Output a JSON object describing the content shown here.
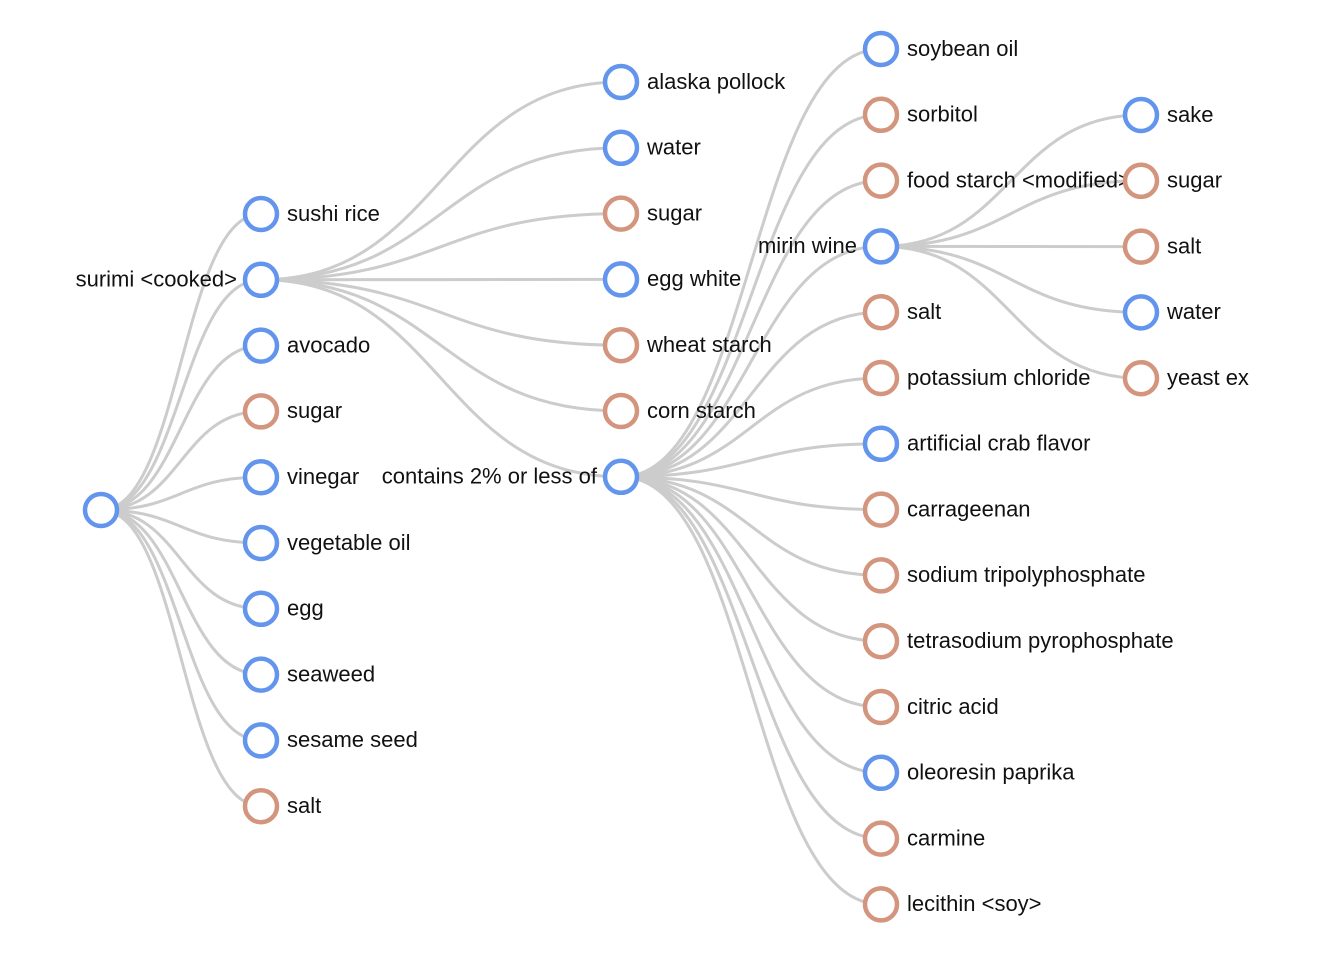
{
  "colors": {
    "link": "#cccccc",
    "node_with_children": "#6495ed",
    "leaf_ingredient_a": "#6495ed",
    "leaf_ingredient_b": "#d4957e"
  },
  "tree": {
    "label": "",
    "color": "blue",
    "children": [
      {
        "label": "sushi rice",
        "color": "blue"
      },
      {
        "label": "surimi <cooked>",
        "color": "blue",
        "children": [
          {
            "label": "alaska pollock",
            "color": "blue"
          },
          {
            "label": "water",
            "color": "blue"
          },
          {
            "label": "sugar",
            "color": "tan"
          },
          {
            "label": "egg white",
            "color": "blue"
          },
          {
            "label": "wheat starch",
            "color": "tan"
          },
          {
            "label": "corn starch",
            "color": "tan"
          },
          {
            "label": "contains 2% or less of",
            "color": "blue",
            "children": [
              {
                "label": "soybean oil",
                "color": "blue"
              },
              {
                "label": "sorbitol",
                "color": "tan"
              },
              {
                "label": "food starch <modified>",
                "color": "tan"
              },
              {
                "label": "mirin wine",
                "color": "blue",
                "children": [
                  {
                    "label": "sake",
                    "color": "blue"
                  },
                  {
                    "label": "sugar",
                    "color": "tan"
                  },
                  {
                    "label": "salt",
                    "color": "tan"
                  },
                  {
                    "label": "water",
                    "color": "blue"
                  },
                  {
                    "label": "yeast ex",
                    "color": "tan"
                  }
                ]
              },
              {
                "label": "salt",
                "color": "tan"
              },
              {
                "label": "potassium chloride",
                "color": "tan"
              },
              {
                "label": "artificial crab flavor",
                "color": "blue"
              },
              {
                "label": "carrageenan",
                "color": "tan"
              },
              {
                "label": "sodium tripolyphosphate",
                "color": "tan"
              },
              {
                "label": "tetrasodium pyrophosphate",
                "color": "tan"
              },
              {
                "label": "citric acid",
                "color": "tan"
              },
              {
                "label": "oleoresin paprika",
                "color": "blue"
              },
              {
                "label": "carmine",
                "color": "tan"
              },
              {
                "label": "lecithin <soy>",
                "color": "tan"
              }
            ]
          }
        ]
      },
      {
        "label": "avocado",
        "color": "blue"
      },
      {
        "label": "sugar",
        "color": "tan"
      },
      {
        "label": "vinegar",
        "color": "blue"
      },
      {
        "label": "vegetable oil",
        "color": "blue"
      },
      {
        "label": "egg",
        "color": "blue"
      },
      {
        "label": "seaweed",
        "color": "blue"
      },
      {
        "label": "sesame seed",
        "color": "blue"
      },
      {
        "label": "salt",
        "color": "tan"
      }
    ]
  }
}
